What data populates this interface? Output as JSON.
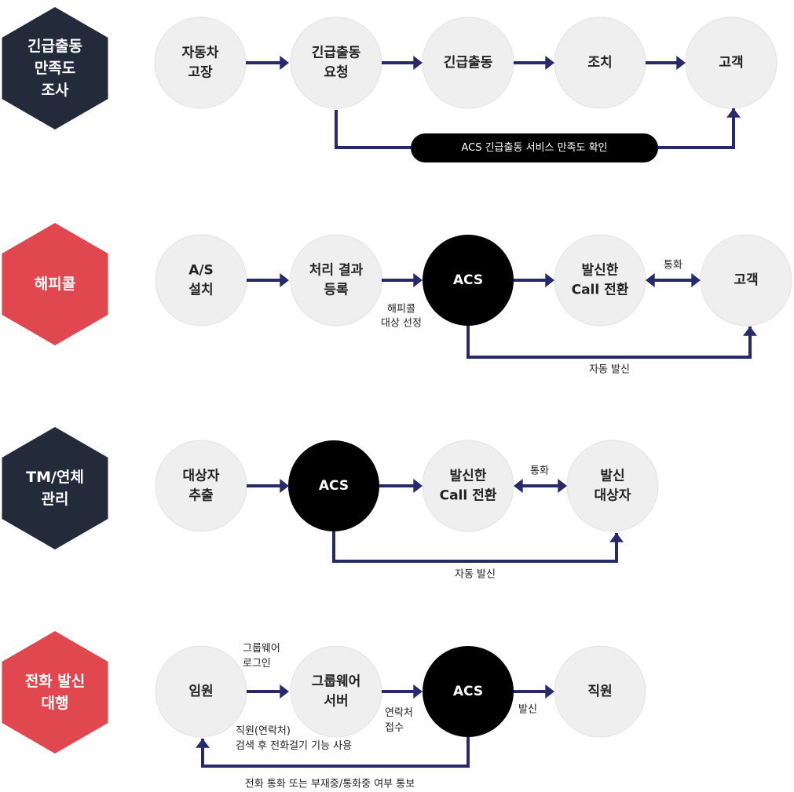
{
  "colors": {
    "hex_dark": "#232a3a",
    "hex_red": "#e0474f",
    "node_light": "#efefef",
    "node_light_border": "#e2e2e2",
    "node_dark": "#000000",
    "arrow": "#27296a",
    "text_dark": "#222222",
    "text_light": "#ffffff"
  },
  "rows": [
    {
      "title": [
        "긴급출동",
        "만족도",
        "조사"
      ],
      "theme": "dark",
      "nodes": [
        {
          "id": "r1n1",
          "lines": [
            "자동차",
            "고장"
          ],
          "style": "light"
        },
        {
          "id": "r1n2",
          "lines": [
            "긴급출동",
            "요청"
          ],
          "style": "light"
        },
        {
          "id": "r1n3",
          "lines": [
            "긴급출동"
          ],
          "style": "light"
        },
        {
          "id": "r1n4",
          "lines": [
            "조치"
          ],
          "style": "light"
        },
        {
          "id": "r1n5",
          "lines": [
            "고객"
          ],
          "style": "light"
        }
      ],
      "pill": "ACS 긴급출동 서비스 만족도 확인"
    },
    {
      "title": [
        "해피콜"
      ],
      "theme": "red",
      "nodes": [
        {
          "id": "r2n1",
          "lines": [
            "A/S",
            "설치"
          ],
          "style": "light"
        },
        {
          "id": "r2n2",
          "lines": [
            "처리 결과",
            "등록"
          ],
          "style": "light"
        },
        {
          "id": "r2n3",
          "lines": [
            "ACS"
          ],
          "style": "dark"
        },
        {
          "id": "r2n4",
          "lines": [
            "발신한",
            "Call 전환"
          ],
          "style": "light"
        },
        {
          "id": "r2n5",
          "lines": [
            "고객"
          ],
          "style": "light"
        }
      ],
      "labels": {
        "selection": [
          "해피콜",
          "대상 선정"
        ],
        "call": [
          "통화"
        ],
        "auto": [
          "자동 발신"
        ]
      }
    },
    {
      "title": [
        "TM/연체",
        "관리"
      ],
      "theme": "dark",
      "nodes": [
        {
          "id": "r3n1",
          "lines": [
            "대상자",
            "추출"
          ],
          "style": "light"
        },
        {
          "id": "r3n2",
          "lines": [
            "ACS"
          ],
          "style": "dark"
        },
        {
          "id": "r3n3",
          "lines": [
            "발신한",
            "Call 전환"
          ],
          "style": "light"
        },
        {
          "id": "r3n4",
          "lines": [
            "발신",
            "대상자"
          ],
          "style": "light"
        }
      ],
      "labels": {
        "call": [
          "통화"
        ],
        "auto": [
          "자동 발신"
        ]
      }
    },
    {
      "title": [
        "전화 발신",
        "대행"
      ],
      "theme": "red",
      "nodes": [
        {
          "id": "r4n1",
          "lines": [
            "임원"
          ],
          "style": "light"
        },
        {
          "id": "r4n2",
          "lines": [
            "그룹웨어",
            "서버"
          ],
          "style": "light"
        },
        {
          "id": "r4n3",
          "lines": [
            "ACS"
          ],
          "style": "dark"
        },
        {
          "id": "r4n4",
          "lines": [
            "직원"
          ],
          "style": "light"
        }
      ],
      "labels": {
        "login": [
          "그룹웨어",
          "로그인"
        ],
        "search": [
          "직원(연락처)",
          "검색 후 전화걸기 기능 사용"
        ],
        "receipt": [
          "연락처",
          "접수"
        ],
        "dial": [
          "발신"
        ],
        "notify": [
          "전화 통화 또는 부재중/통화중 여부 통보"
        ]
      }
    }
  ]
}
